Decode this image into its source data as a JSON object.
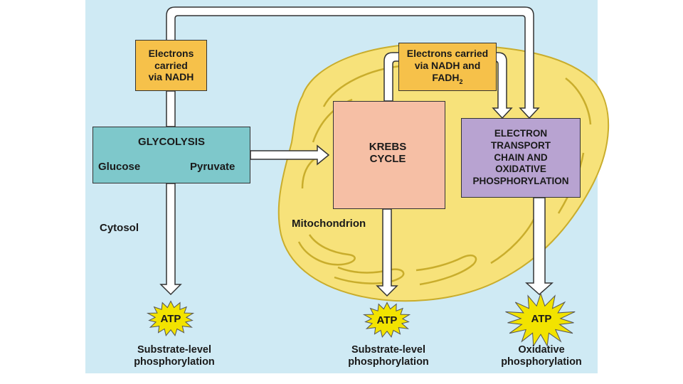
{
  "colors": {
    "background_panel": "#cfeaf4",
    "mitochondrion": "#f7e27a",
    "mitochondrion_outline": "#c9ad2c",
    "nadh_box": "#f6c14a",
    "glycolysis_box": "#7ec8cb",
    "krebs_box": "#f6bfa5",
    "etc_box": "#b8a3d1",
    "atp_burst": "#f2e300",
    "arrow_fill": "#ffffff"
  },
  "boxes": {
    "nadh_left": {
      "line1": "Electrons",
      "line2": "carried",
      "line3": "via NADH"
    },
    "nadh_right": {
      "line1": "Electrons carried",
      "line2": "via NADH and",
      "line3_main": "FADH",
      "line3_sub": "2"
    },
    "glycolysis": {
      "title": "GLYCOLYSIS",
      "from": "Glucose",
      "to": "Pyruvate"
    },
    "krebs": {
      "line1": "KREBS",
      "line2": "CYCLE"
    },
    "etc": {
      "line1": "ELECTRON",
      "line2": "TRANSPORT",
      "line3": "CHAIN AND",
      "line4": "OXIDATIVE",
      "line5": "PHOSPHORYLATION"
    }
  },
  "region_labels": {
    "cytosol": "Cytosol",
    "mitochondrion": "Mitochondrion"
  },
  "atp": [
    {
      "label": "ATP",
      "caption_line1": "Substrate-level",
      "caption_line2": "phosphorylation"
    },
    {
      "label": "ATP",
      "caption_line1": "Substrate-level",
      "caption_line2": "phosphorylation"
    },
    {
      "label": "ATP",
      "caption_line1": "Oxidative",
      "caption_line2": "phosphorylation"
    }
  ]
}
